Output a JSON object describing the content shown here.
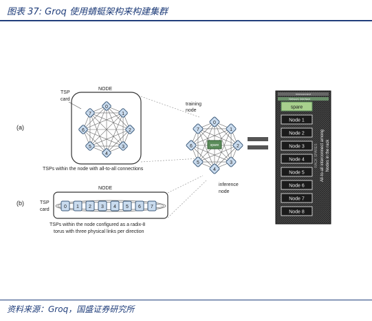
{
  "header": {
    "title": "图表 37: Groq 使用蜻蜓架构来构建集群"
  },
  "footer": {
    "source": "资料来源：Groq，国盛证券研究所"
  },
  "diagram": {
    "panel_a": {
      "label": "(a)",
      "node_title": "NODE",
      "tsp_card": [
        "TSP",
        "card"
      ],
      "tsp_ids": [
        "0",
        "1",
        "2",
        "3",
        "4",
        "5",
        "6",
        "7"
      ],
      "caption": "TSPs within the node with all-to-all connections"
    },
    "panel_b": {
      "label": "(b)",
      "node_title": "NODE",
      "tsp_card": [
        "TSP",
        "card"
      ],
      "tsp_ids": [
        "0",
        "1",
        "2",
        "3",
        "4",
        "5",
        "6",
        "7"
      ],
      "caption": [
        "TSPs within the node configured as a radix-8",
        "torus with three physical links per direction"
      ]
    },
    "cluster": {
      "training_node": [
        "training",
        "node"
      ],
      "inference_node": [
        "inference",
        "node"
      ],
      "center_label": "spare",
      "node_ids": [
        "0",
        "1",
        "2",
        "3",
        "4",
        "5",
        "6",
        "7"
      ]
    },
    "rack": {
      "top_label": "Interconnect",
      "mid_label": "Network Interface",
      "slots": [
        "spare",
        "Node 1",
        "Node 2",
        "Node 3",
        "Node 4",
        "Node 5",
        "Node 6",
        "Node 7",
        "Node 8"
      ],
      "side_text": [
        "All-to-all interconnect among",
        "Nodes in the rack"
      ],
      "rotated_label": "RACK SPARES"
    }
  }
}
